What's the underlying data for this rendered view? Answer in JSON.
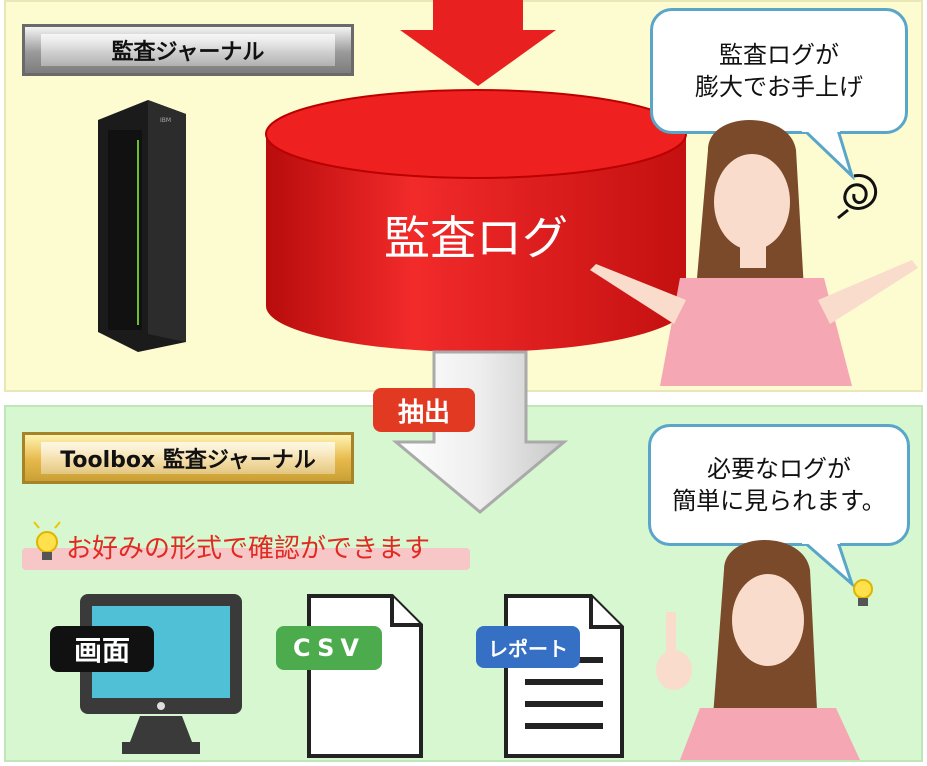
{
  "top_panel": {
    "title": "監査ジャーナル",
    "database_label": "監査ログ",
    "speech": [
      "監査ログが",
      "膨大でお手上げ"
    ]
  },
  "extract_label": "抽出",
  "bottom_panel": {
    "title": "Toolbox 監査ジャーナル",
    "tip": "お好みの形式で確認ができます",
    "speech": [
      "必要なログが",
      "簡単に見られます。"
    ],
    "outputs": [
      {
        "label": "画面",
        "color": "#111111"
      },
      {
        "label": "CSV",
        "color": "#4cab4c"
      },
      {
        "label": "レポート",
        "color": "#3570c4"
      }
    ]
  },
  "colors": {
    "top_bg": "#fdfbd0",
    "bottom_bg": "#d6f7cf",
    "database": "#e81818",
    "extract": "#e23a22",
    "bubble_border": "#5aa6c9"
  },
  "icons": [
    "arrow-down-icon",
    "server-icon",
    "database-icon",
    "lightbulb-icon",
    "monitor-icon",
    "csv-file-icon",
    "report-document-icon"
  ]
}
